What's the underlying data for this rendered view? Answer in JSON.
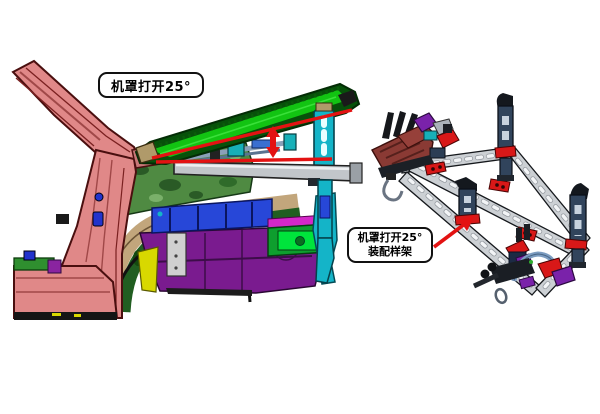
{
  "scene": {
    "description": "CAD diagram: car front body with hood opened 25 degrees (left) and matching assembly checking fixture (right)",
    "background": "#ffffff"
  },
  "labels": {
    "hood_open": "机罩打开25°",
    "fixture_line1": "机罩打开25°",
    "fixture_line2": "装配样架"
  },
  "colors": {
    "annotation_red": "#e31212",
    "body_pink": "#e08888",
    "hood_green": "#12c412",
    "hood_dark_green": "#07510a",
    "fender_green": "#4f8a42",
    "arch_dark_green": "#215e21",
    "tan": "#c2a67c",
    "rail_blue": "#2747d8",
    "apron_purple": "#7a1b8f",
    "magenta": "#d428c8",
    "bright_green": "#00e43c",
    "cyan": "#14b4c8",
    "yellow": "#d8d800",
    "beam_gray": "#ccd0d4",
    "post_slate": "#31445c",
    "clamp_red": "#d81818",
    "block_dark_red": "#8a3a34",
    "handle_steel_blue": "#7c9cc0"
  }
}
